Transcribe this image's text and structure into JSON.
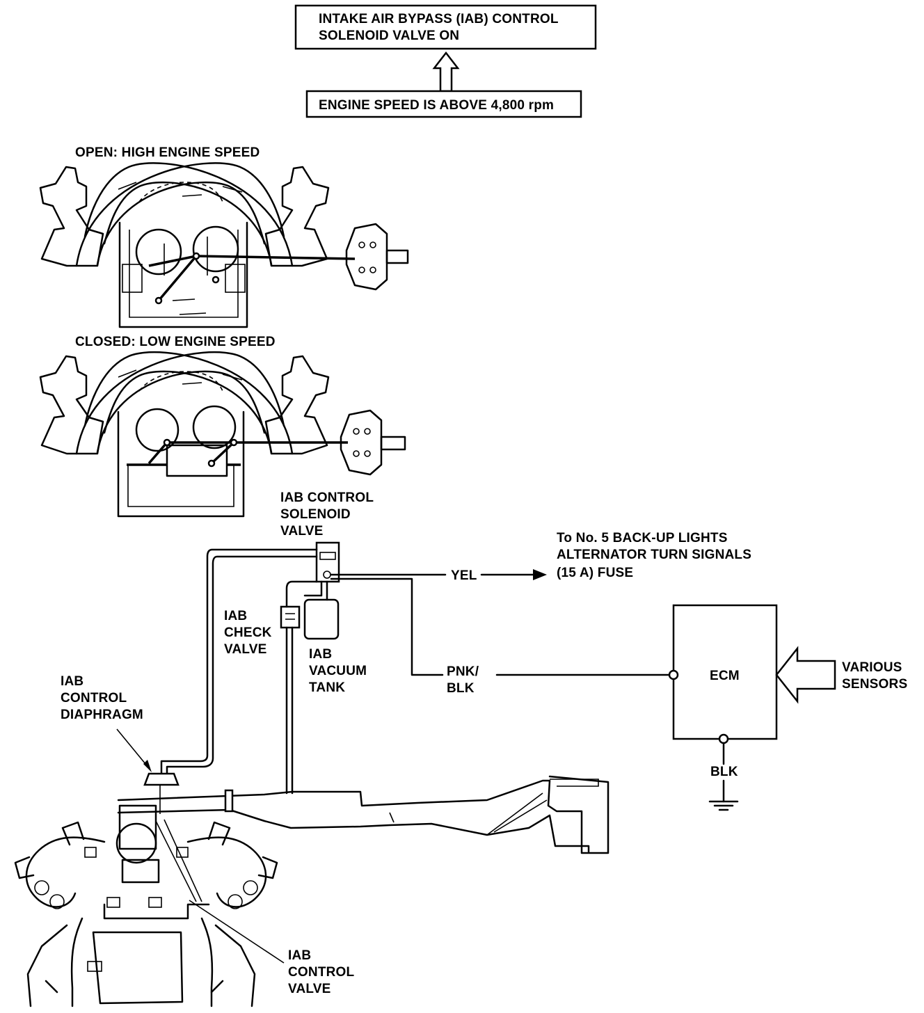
{
  "flow": {
    "top_box_line1": "INTAKE AIR BYPASS (IAB) CONTROL",
    "top_box_line2": "SOLENOID VALVE ON",
    "condition_box": "ENGINE SPEED IS ABOVE 4,800 rpm"
  },
  "views": {
    "open_label": "OPEN: HIGH ENGINE SPEED",
    "closed_label": "CLOSED: LOW ENGINE SPEED"
  },
  "components": {
    "solenoid_line1": "IAB CONTROL",
    "solenoid_line2": "SOLENOID",
    "solenoid_line3": "VALVE",
    "check_valve_line1": "IAB",
    "check_valve_line2": "CHECK",
    "check_valve_line3": "VALVE",
    "vacuum_tank_line1": "IAB",
    "vacuum_tank_line2": "VACUUM",
    "vacuum_tank_line3": "TANK",
    "diaphragm_line1": "IAB",
    "diaphragm_line2": "CONTROL",
    "diaphragm_line3": "DIAPHRAGM",
    "control_valve_line1": "IAB",
    "control_valve_line2": "CONTROL",
    "control_valve_line3": "VALVE",
    "ecm": "ECM",
    "sensors_line1": "VARIOUS",
    "sensors_line2": "SENSORS"
  },
  "wiring": {
    "fuse_line1": "To No. 5 BACK-UP LIGHTS",
    "fuse_line2": "ALTERNATOR TURN SIGNALS",
    "fuse_line3": "(15 A) FUSE",
    "yel": "YEL",
    "pnk_line1": "PNK/",
    "pnk_line2": "BLK",
    "ground": "BLK"
  }
}
